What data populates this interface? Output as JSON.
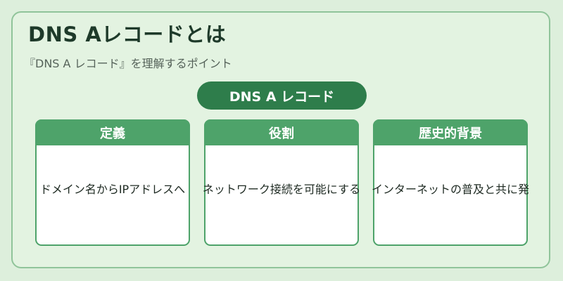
{
  "title": "DNS Aレコードとは",
  "subtitle": "『DNS A レコード』を理解するポイント",
  "center_label": "DNS A レコード",
  "cards": [
    {
      "heading": "定義",
      "body": "ドメイン名からIPアドレスへ"
    },
    {
      "heading": "役割",
      "body": "ネットワーク接続を可能にする"
    },
    {
      "heading": "歴史的背景",
      "body": "インターネットの普及と共に発"
    }
  ],
  "colors": {
    "background": "#ddefdc",
    "frame_border": "#90c49a",
    "pill": "#2e7d4b",
    "card_header": "#4ea36a",
    "title_text": "#1e3a2a"
  }
}
